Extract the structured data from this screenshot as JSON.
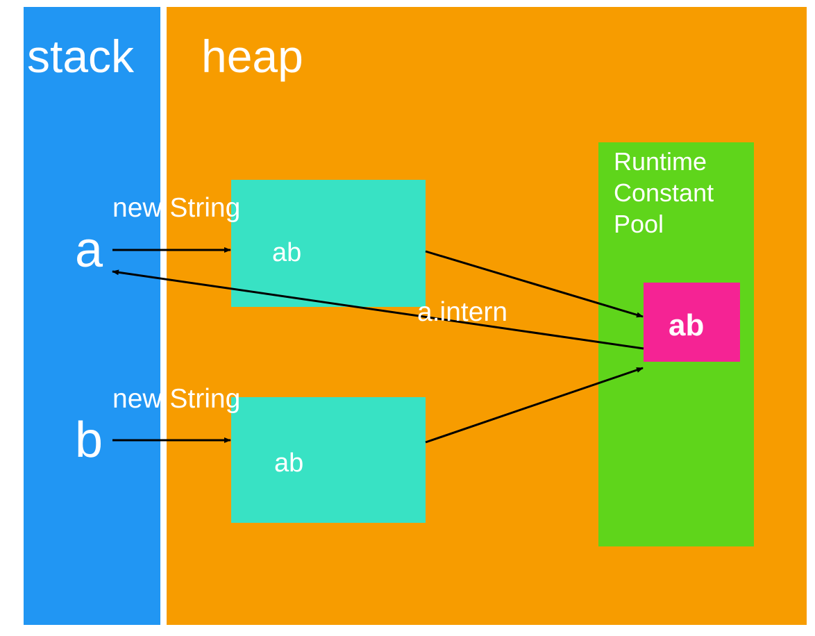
{
  "regions": {
    "stack_label": "stack",
    "heap_label": "heap",
    "pool_label": "Runtime\nConstant\nPool"
  },
  "variables": {
    "a": "a",
    "b": "b"
  },
  "heap_objects": {
    "a_creation_label": "new String",
    "a_value": "ab",
    "b_creation_label": "new String",
    "b_value": "ab"
  },
  "pool_entry": {
    "value": "ab"
  },
  "intern_label": "a.intern",
  "colors": {
    "stack": "#2196f3",
    "heap": "#f79c00",
    "pool": "#5fd51b",
    "heap_object": "#38e2c4",
    "pool_entry": "#f52394",
    "arrow": "#000000",
    "text": "#ffffff"
  }
}
